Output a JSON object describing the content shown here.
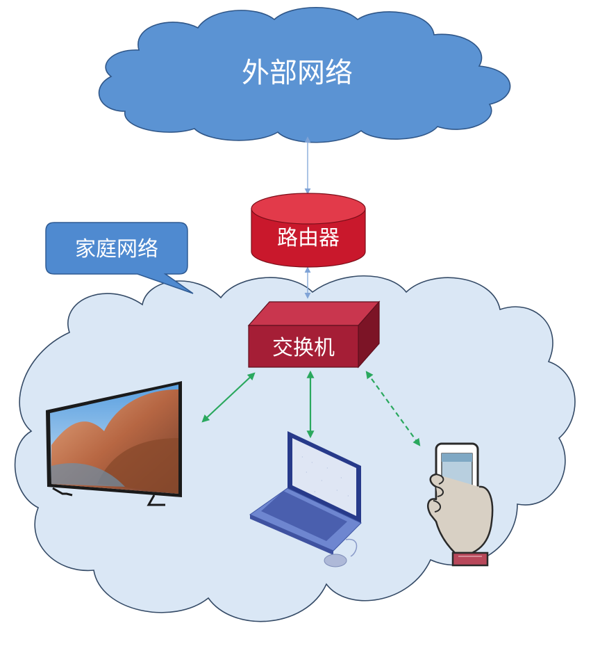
{
  "nodes": {
    "external_network": {
      "label": "外部网络"
    },
    "home_network": {
      "label": "家庭网络"
    },
    "router": {
      "label": "路由器"
    },
    "switch": {
      "label": "交换机"
    }
  },
  "colors": {
    "external_cloud": "#5b93d3",
    "home_cloud": "#dae7f5",
    "router": "#c9182c",
    "switch": "#a51e36",
    "callout": "#4f8ad0",
    "link_wired": "#2aa85e",
    "link_uplink": "#8fb0dc"
  },
  "devices": {
    "tv": {
      "icon": "tv-icon"
    },
    "laptop": {
      "icon": "laptop-icon"
    },
    "phone": {
      "icon": "phone-icon"
    }
  }
}
